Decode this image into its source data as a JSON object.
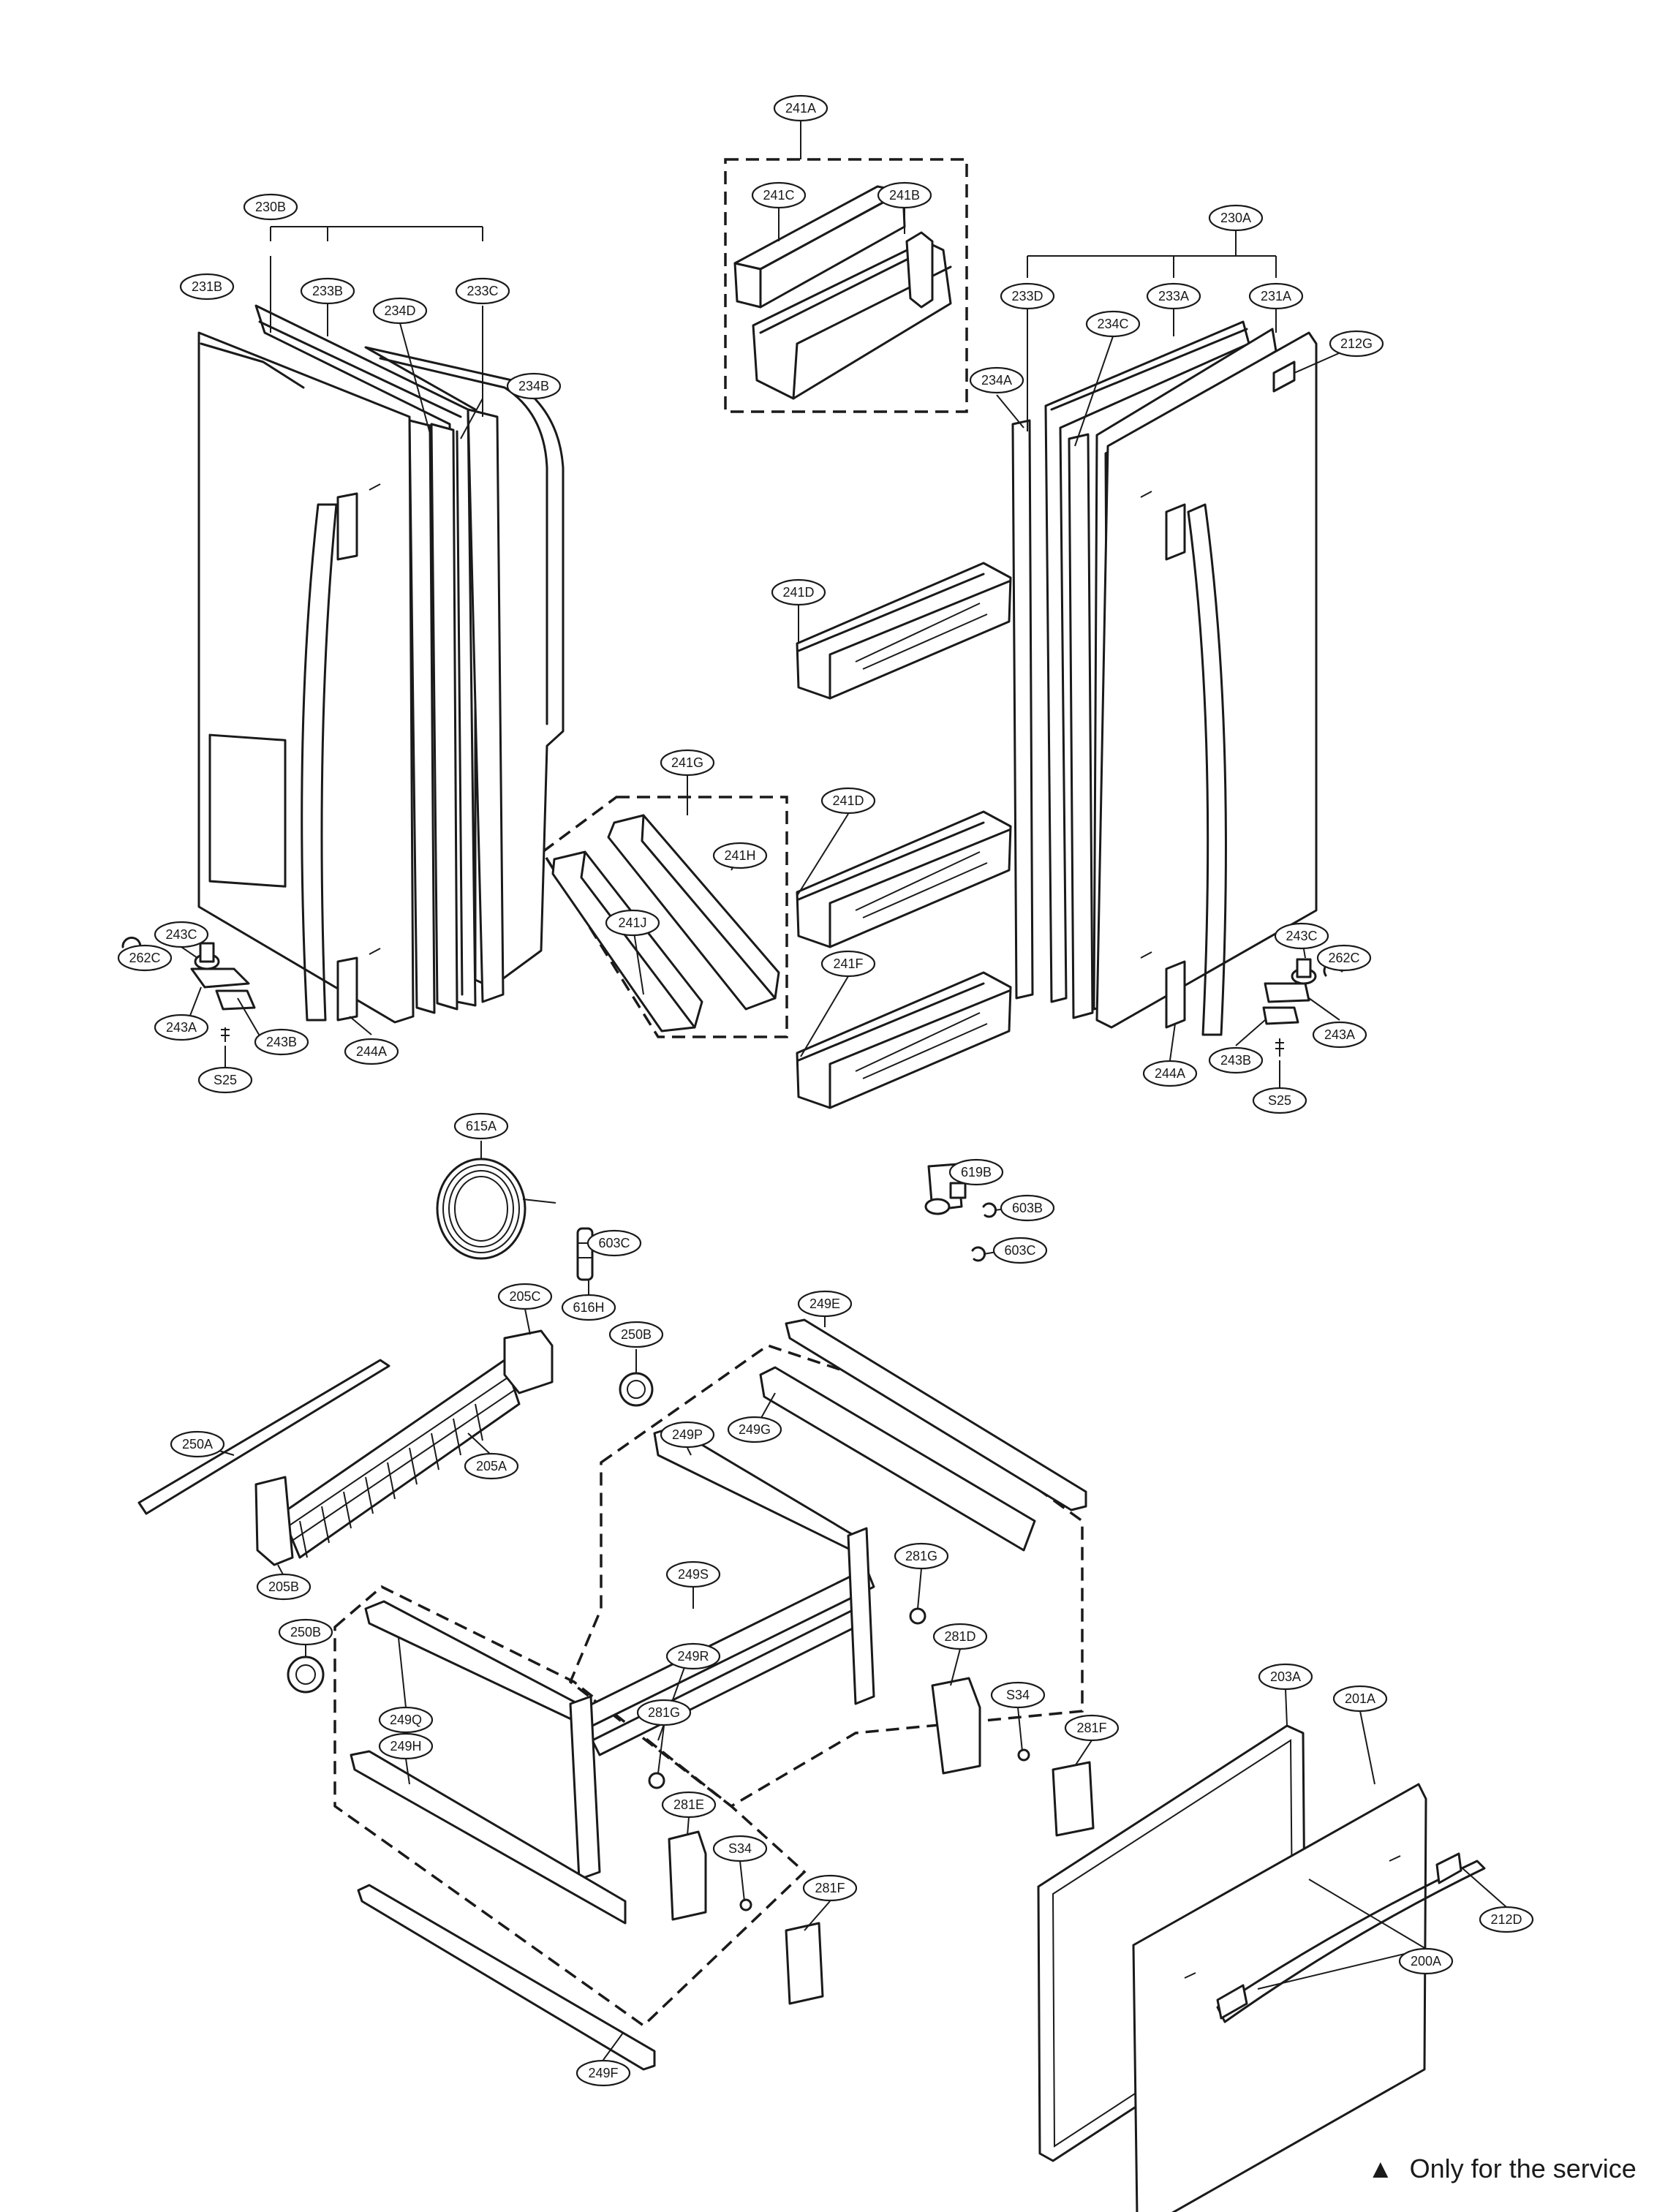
{
  "note": {
    "marker": "▲",
    "text": "Only for the service"
  },
  "callouts": [
    {
      "id": "241A",
      "label": "241A"
    },
    {
      "id": "241C",
      "label": "241C"
    },
    {
      "id": "241B",
      "label": "241B"
    },
    {
      "id": "230B",
      "label": "230B"
    },
    {
      "id": "231B",
      "label": "231B"
    },
    {
      "id": "233B",
      "label": "233B"
    },
    {
      "id": "234D",
      "label": "234D"
    },
    {
      "id": "233C",
      "label": "233C"
    },
    {
      "id": "234B",
      "label": "234B"
    },
    {
      "id": "230A",
      "label": "230A"
    },
    {
      "id": "233D",
      "label": "233D"
    },
    {
      "id": "233A",
      "label": "233A"
    },
    {
      "id": "231A",
      "label": "231A"
    },
    {
      "id": "234C",
      "label": "234C"
    },
    {
      "id": "212G",
      "label": "212G"
    },
    {
      "id": "234A",
      "label": "234A"
    },
    {
      "id": "241D_1",
      "label": "241D"
    },
    {
      "id": "241D_2",
      "label": "241D"
    },
    {
      "id": "241F",
      "label": "241F"
    },
    {
      "id": "241G",
      "label": "241G"
    },
    {
      "id": "241H",
      "label": "241H"
    },
    {
      "id": "241J",
      "label": "241J"
    },
    {
      "id": "243C_L",
      "label": "243C"
    },
    {
      "id": "262C_L",
      "label": "262C"
    },
    {
      "id": "243A_L",
      "label": "243A"
    },
    {
      "id": "243B_L",
      "label": "243B"
    },
    {
      "id": "244A_L",
      "label": "244A"
    },
    {
      "id": "S25_L",
      "label": "S25"
    },
    {
      "id": "243C_R",
      "label": "243C"
    },
    {
      "id": "262C_R",
      "label": "262C"
    },
    {
      "id": "243A_R",
      "label": "243A"
    },
    {
      "id": "243B_R",
      "label": "243B"
    },
    {
      "id": "244A_R",
      "label": "244A"
    },
    {
      "id": "S25_R",
      "label": "S25"
    },
    {
      "id": "615A",
      "label": "615A"
    },
    {
      "id": "603C_1",
      "label": "603C"
    },
    {
      "id": "616H",
      "label": "616H"
    },
    {
      "id": "619B",
      "label": "619B"
    },
    {
      "id": "603B",
      "label": "603B"
    },
    {
      "id": "603C_2",
      "label": "603C"
    },
    {
      "id": "205C",
      "label": "205C"
    },
    {
      "id": "250B_1",
      "label": "250B"
    },
    {
      "id": "249E",
      "label": "249E"
    },
    {
      "id": "249G",
      "label": "249G"
    },
    {
      "id": "249P",
      "label": "249P"
    },
    {
      "id": "250A",
      "label": "250A"
    },
    {
      "id": "205A",
      "label": "205A"
    },
    {
      "id": "205B",
      "label": "205B"
    },
    {
      "id": "249S",
      "label": "249S"
    },
    {
      "id": "281G_1",
      "label": "281G"
    },
    {
      "id": "250B_2",
      "label": "250B"
    },
    {
      "id": "249R",
      "label": "249R"
    },
    {
      "id": "281D",
      "label": "281D"
    },
    {
      "id": "249Q",
      "label": "249Q"
    },
    {
      "id": "S34_1",
      "label": "S34"
    },
    {
      "id": "281G_2",
      "label": "281G"
    },
    {
      "id": "249H",
      "label": "249H"
    },
    {
      "id": "281F_1",
      "label": "281F"
    },
    {
      "id": "281E",
      "label": "281E"
    },
    {
      "id": "S34_2",
      "label": "S34"
    },
    {
      "id": "281F_2",
      "label": "281F"
    },
    {
      "id": "249F",
      "label": "249F"
    },
    {
      "id": "203A",
      "label": "203A"
    },
    {
      "id": "201A",
      "label": "201A"
    },
    {
      "id": "212D",
      "label": "212D"
    },
    {
      "id": "200A",
      "label": "200A"
    }
  ]
}
